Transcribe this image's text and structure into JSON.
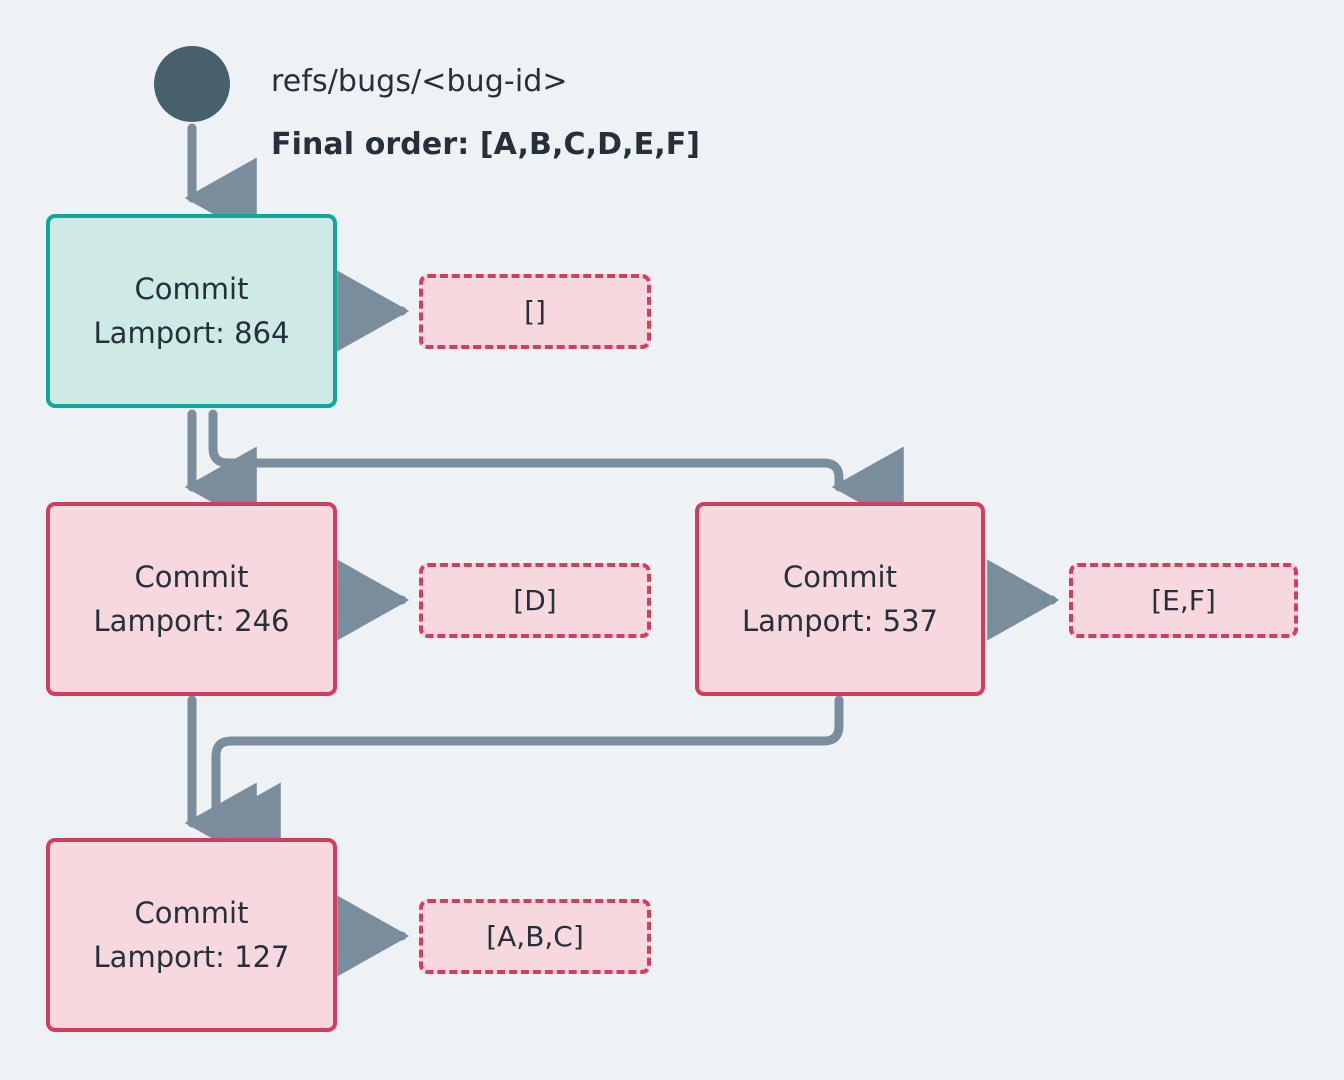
{
  "diagram": {
    "background": "#eef2f5",
    "accent_teal": "#11a699",
    "accent_crimson": "#d23f5e",
    "edge_color": "#7a8d9c",
    "text_color": "#25303b",
    "start_node_color": "#47606e"
  },
  "header": {
    "ref_label": "refs/bugs/<bug-id>",
    "final_order_label": "Final order: [A,B,C,D,E,F]"
  },
  "nodes": [
    {
      "id": "node-864",
      "title": "Commit",
      "lamport_label": "Lamport: 864",
      "lamport": 864,
      "style": "teal",
      "pending_set": "[]"
    },
    {
      "id": "node-246",
      "title": "Commit",
      "lamport_label": "Lamport: 246",
      "lamport": 246,
      "style": "pink",
      "pending_set": "[D]"
    },
    {
      "id": "node-537",
      "title": "Commit",
      "lamport_label": "Lamport: 537",
      "lamport": 537,
      "style": "pink",
      "pending_set": "[E,F]"
    },
    {
      "id": "node-127",
      "title": "Commit",
      "lamport_label": "Lamport: 127",
      "lamport": 127,
      "style": "pink",
      "pending_set": "[A,B,C]"
    }
  ],
  "edges": [
    {
      "from": "start",
      "to": "node-864",
      "kind": "straight-down"
    },
    {
      "from": "node-864",
      "to": "node-246",
      "kind": "straight-down"
    },
    {
      "from": "node-864",
      "to": "node-537",
      "kind": "elbow-right"
    },
    {
      "from": "node-246",
      "to": "node-127",
      "kind": "straight-down"
    },
    {
      "from": "node-537",
      "to": "node-127",
      "kind": "elbow-left"
    },
    {
      "from": "node-864",
      "to": "callout-864",
      "kind": "short-right"
    },
    {
      "from": "node-246",
      "to": "callout-246",
      "kind": "short-right"
    },
    {
      "from": "node-537",
      "to": "callout-537",
      "kind": "short-right"
    },
    {
      "from": "node-127",
      "to": "callout-127",
      "kind": "short-right"
    }
  ]
}
